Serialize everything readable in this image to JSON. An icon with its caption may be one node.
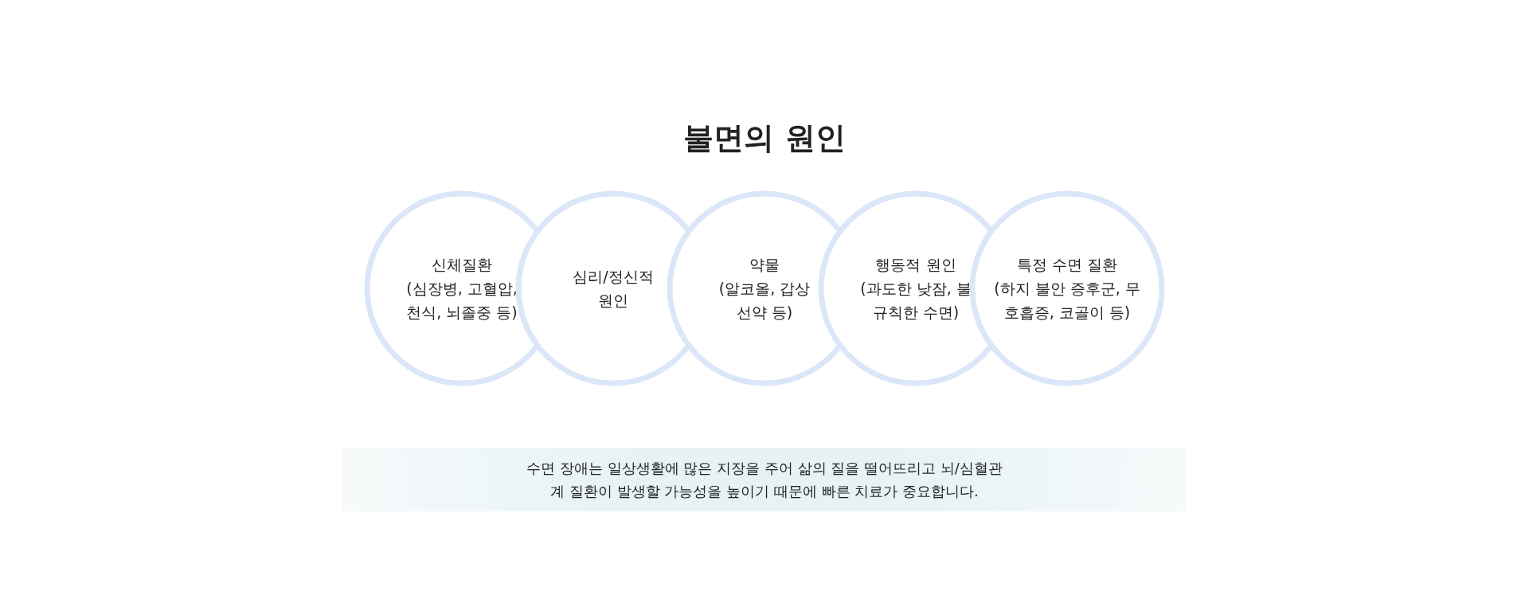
{
  "diagram": {
    "title": "불면의 원인",
    "nodes": [
      {
        "text": [
          "신체질환",
          "(심장병, 고혈압, 천식, 뇌졸중 등)"
        ]
      },
      {
        "text": [
          "심리/정신적 원인"
        ]
      },
      {
        "text": [
          "약물",
          "(알코올, 갑상선약 등)"
        ]
      },
      {
        "text": [
          "행동적 원인",
          "(과도한 낮잠, 불규칙한 수면)"
        ]
      },
      {
        "text": [
          "특정 수면 질환",
          "(하지 불안 증후군, 무호흡증, 코골이 등)"
        ]
      },
      {
        "text": [
          "수면 장애는 일상생활에 많은 지장을 주어 삶의 질을 떨어뜨리고 뇌/심혈관계 질환이 발생할 가능성을 높이기 때문에 빠른 치료가 중요합니다."
        ]
      }
    ],
    "edges": []
  }
}
